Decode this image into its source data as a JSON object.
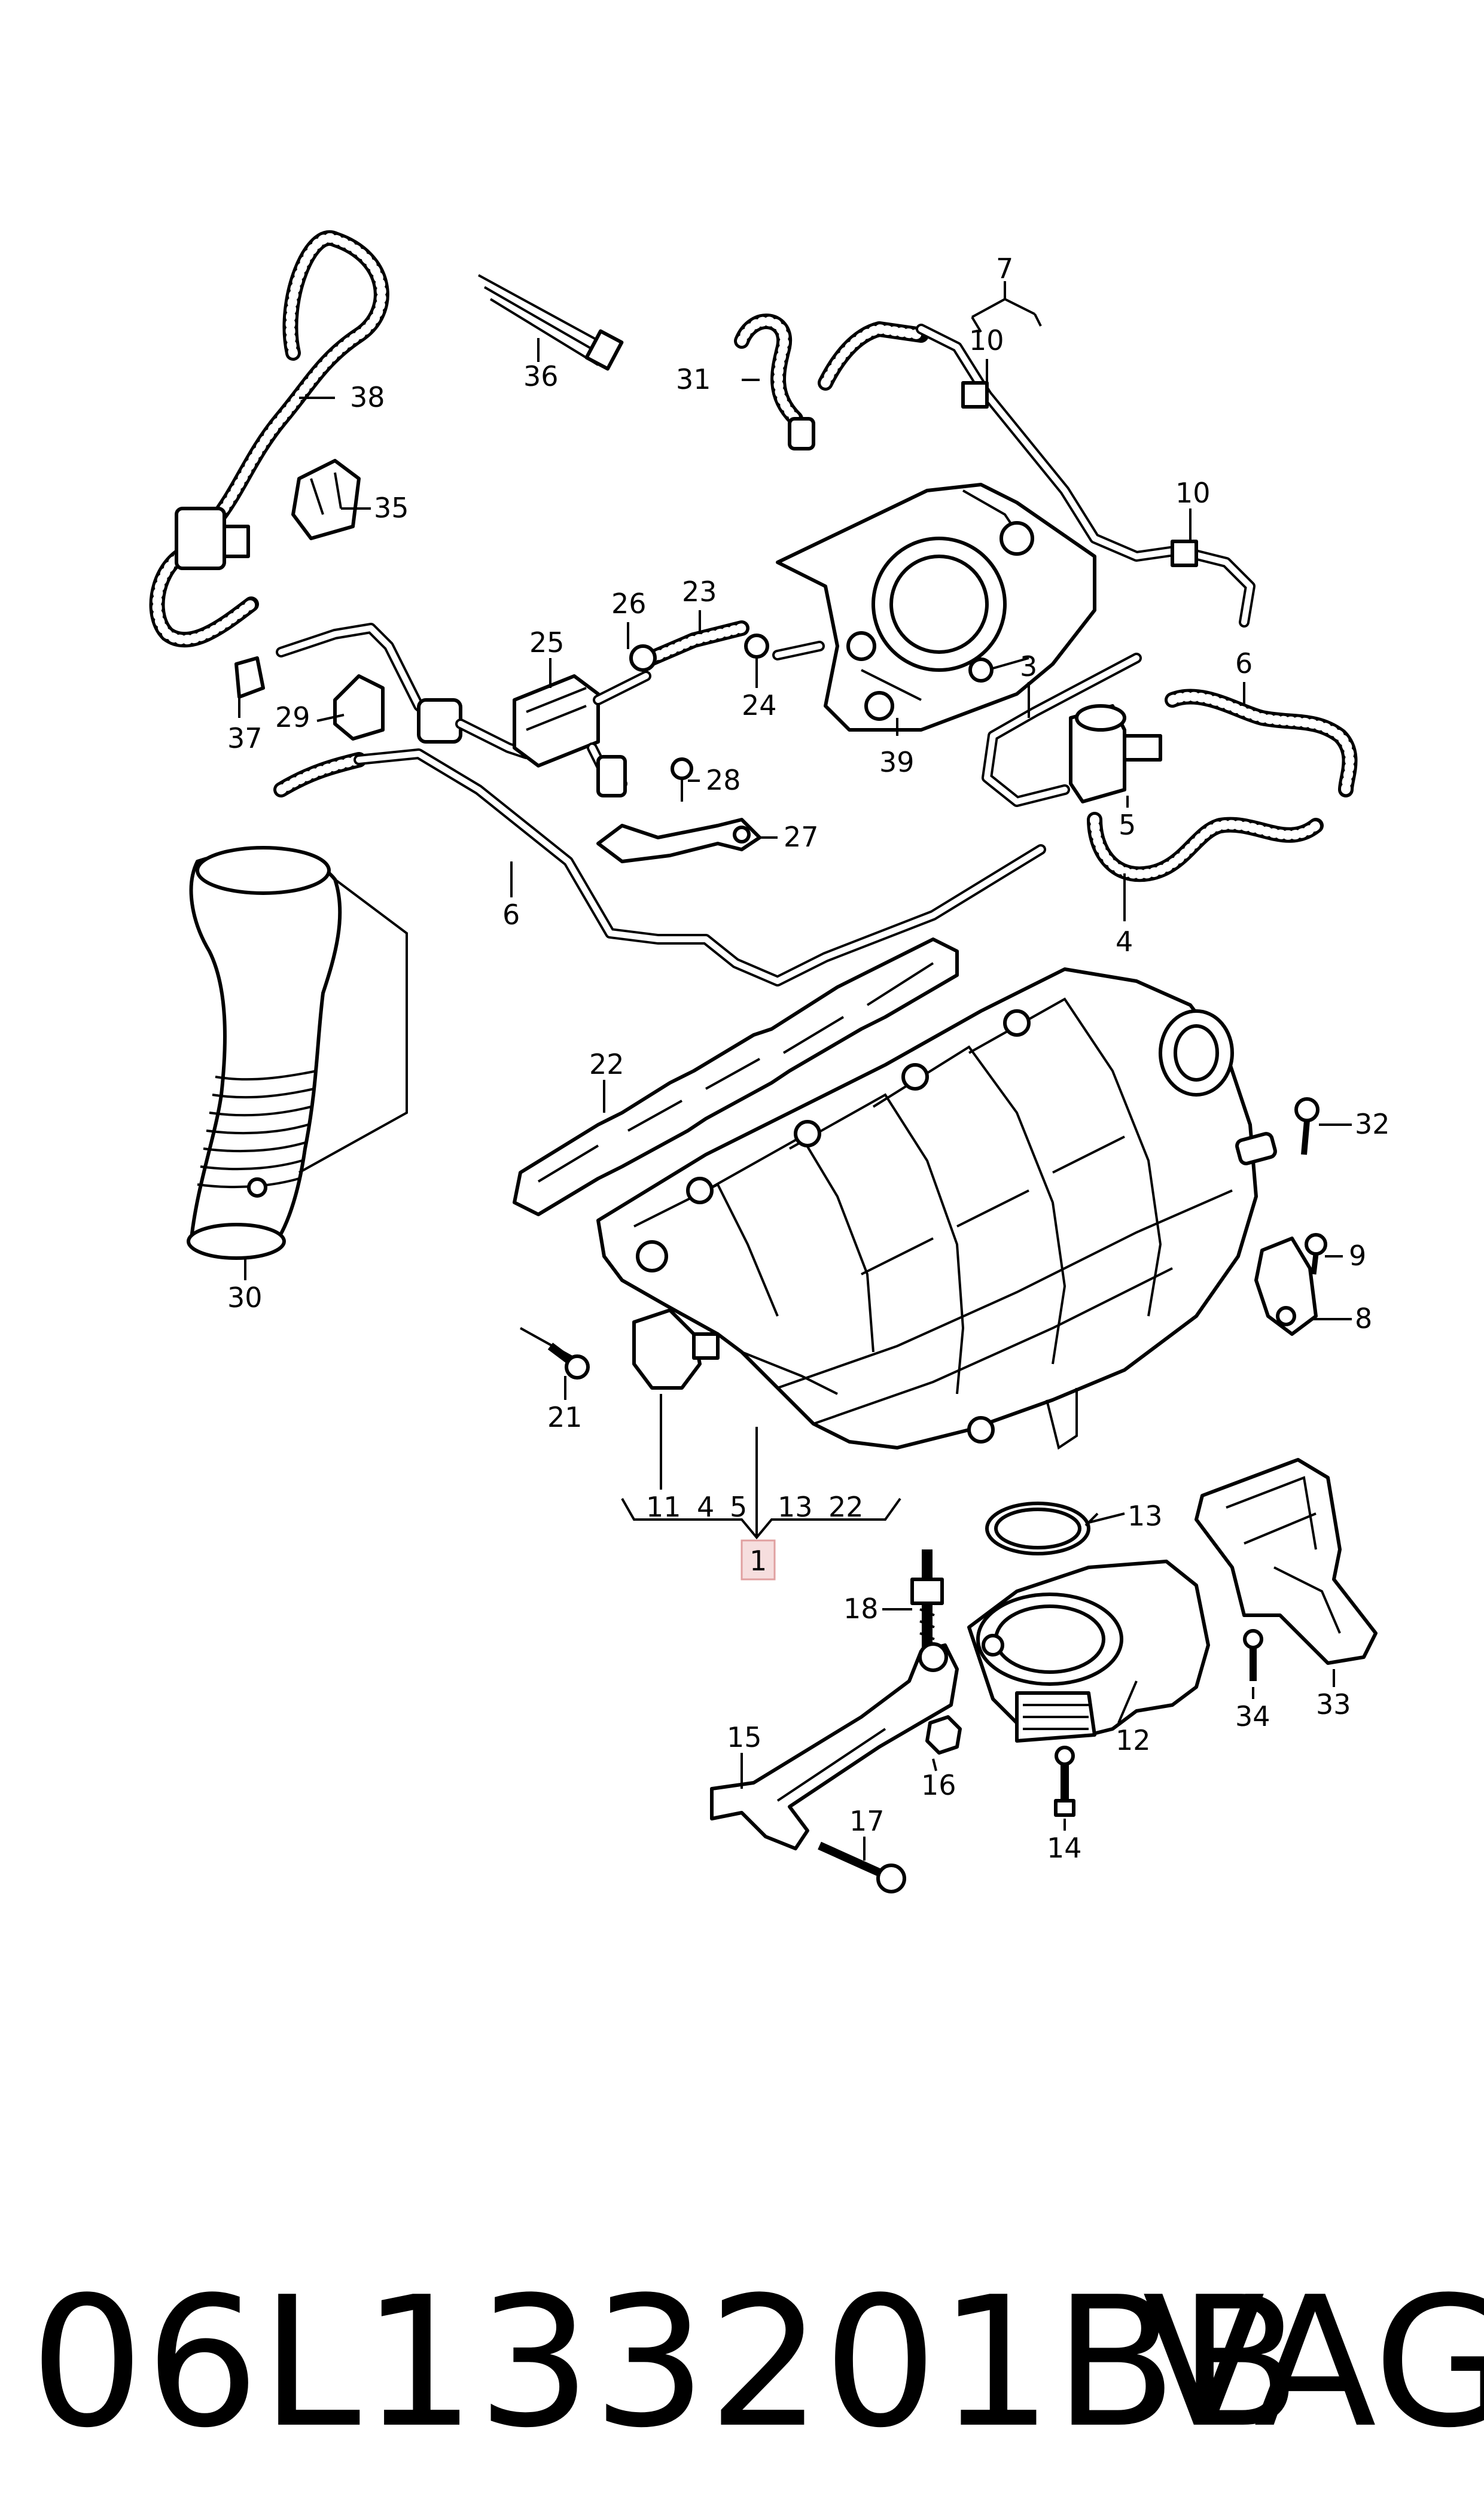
{
  "labels": {
    "l1": "1",
    "l3": "3",
    "l4": "4",
    "l4b": "4",
    "l5": "5",
    "l5b": "5",
    "l6": "6",
    "l6b": "6",
    "l7": "7",
    "l8": "8",
    "l9": "9",
    "l10": "10",
    "l10b": "10",
    "l11": "11",
    "l12": "12",
    "l13": "13",
    "l13b": "13",
    "l14": "14",
    "l15": "15",
    "l16": "16",
    "l17": "17",
    "l18": "18",
    "l21": "21",
    "l22": "22",
    "l22b": "22",
    "l23": "23",
    "l24": "24",
    "l25": "25",
    "l26": "26",
    "l27": "27",
    "l28": "28",
    "l29": "29",
    "l30": "30",
    "l31": "31",
    "l32": "32",
    "l33": "33",
    "l34": "34",
    "l35": "35",
    "l36": "36",
    "l37": "37",
    "l38": "38",
    "l39": "39"
  },
  "footer": {
    "part_number": "06L133201BB",
    "brand": "VAG"
  },
  "colors": {
    "highlight_fill": "#f6dede",
    "highlight_stroke": "#e0a0a0"
  }
}
